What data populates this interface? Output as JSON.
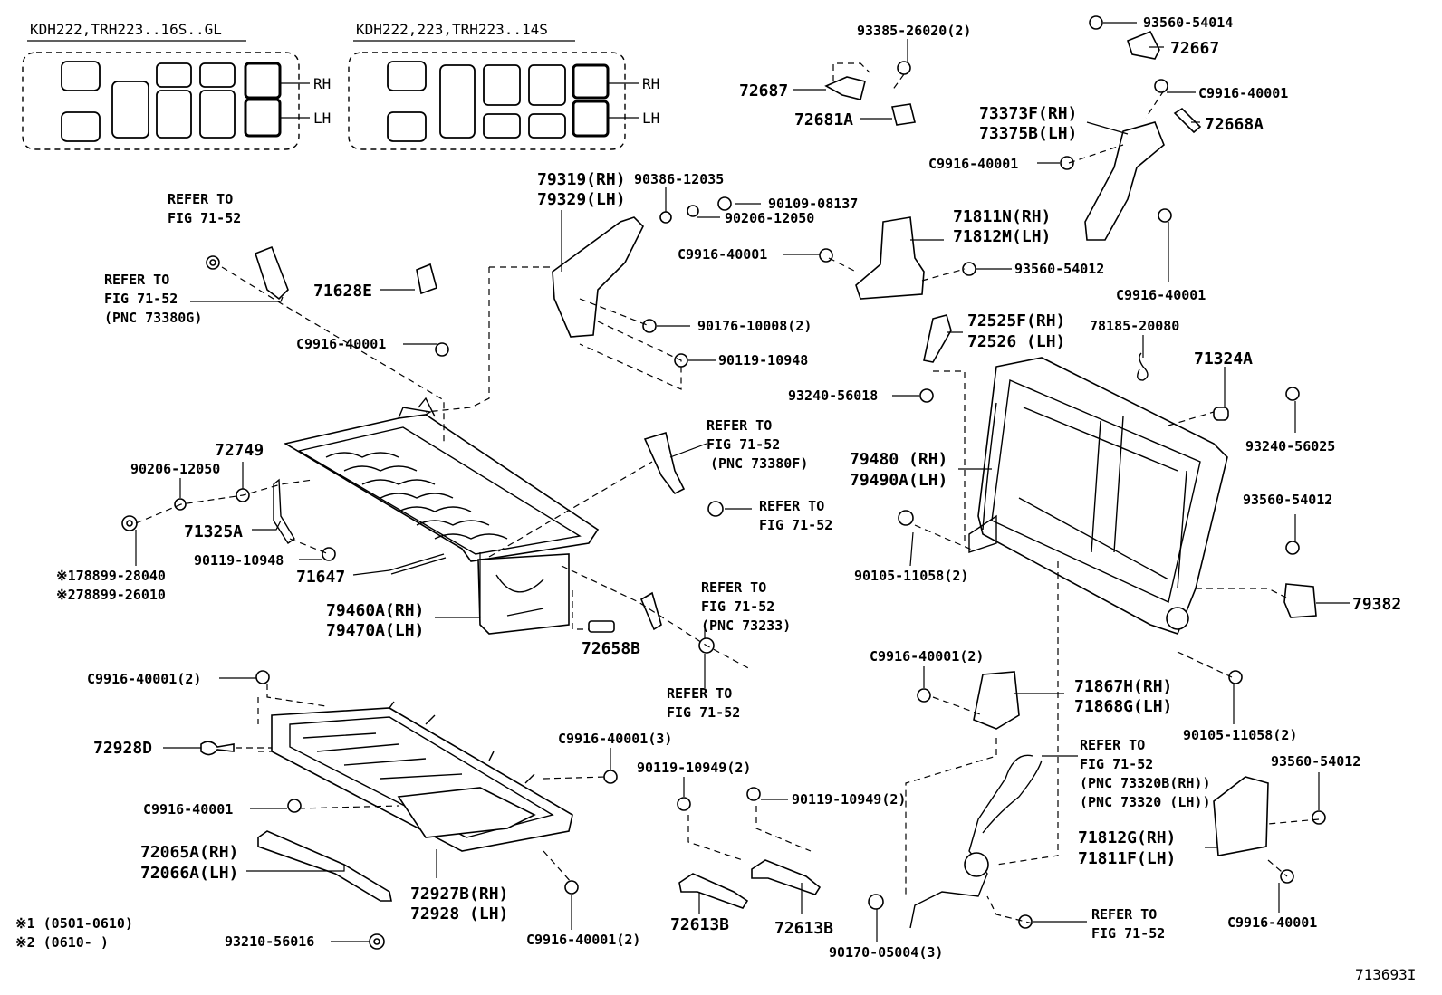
{
  "layouts": [
    {
      "title": "KDH222,TRH223..16S..GL",
      "rh": "RH",
      "lh": "LH"
    },
    {
      "title": "KDH222,223,TRH223..14S",
      "rh": "RH",
      "lh": "LH"
    }
  ],
  "labels": {
    "p93385": "93385-26020(2)",
    "p72687": "72687",
    "p72681A": "72681A",
    "p93560_54014": "93560-54014",
    "p72667": "72667",
    "pC9916_a": "C9916-40001",
    "p73373F": "73373F(RH)",
    "p73375B": "73375B(LH)",
    "p72668A": "72668A",
    "pC9916_b": "C9916-40001",
    "pC9916_c": "C9916-40001",
    "p79319": "79319(RH)",
    "p79329": "79329(LH)",
    "p90386": "90386-12035",
    "p90109": "90109-08137",
    "p90206_top": "90206-12050",
    "p71811N": "71811N(RH)",
    "p71812M": "71812M(LH)",
    "pC9916_d": "C9916-40001",
    "p93560_54012a": "93560-54012",
    "p71628E": "71628E",
    "pC9916_e": "C9916-40001",
    "p90176": "90176-10008(2)",
    "p90119_10948a": "90119-10948",
    "p72525F": "72525F(RH)",
    "p72526": "72526 (LH)",
    "p78185": "78185-20080",
    "p71324A": "71324A",
    "p93240_56018": "93240-56018",
    "p93240_56025": "93240-56025",
    "p72749": "72749",
    "p90206_mid": "90206-12050",
    "p71325A": "71325A",
    "p90119_10948b": "90119-10948",
    "p71647": "71647",
    "pN1": "※178899-28040",
    "pN2": "※278899-26010",
    "p79460A": "79460A(RH)",
    "p79470A": "79470A(LH)",
    "p72658B": "72658B",
    "p79480": "79480 (RH)",
    "p79490A": "79490A(LH)",
    "p90105_a": "90105-11058(2)",
    "p93560_54012b": "93560-54012",
    "p79382": "79382",
    "pC9916_2a": "C9916-40001(2)",
    "p72928D": "72928D",
    "pC9916_3": "C9916-40001(3)",
    "pC9916_f": "C9916-40001",
    "p90119_10949a": "90119-10949(2)",
    "p90119_10949b": "90119-10949(2)",
    "pC9916_2b": "C9916-40001(2)",
    "p71867H": "71867H(RH)",
    "p71868G": "71868G(LH)",
    "p90105_b": "90105-11058(2)",
    "p93560_54012c": "93560-54012",
    "p71812G": "71812G(RH)",
    "p71811F": "71811F(LH)",
    "pC9916_g": "C9916-40001",
    "p72065A": "72065A(RH)",
    "p72066A": "72066A(LH)",
    "p72927B": "72927B(RH)",
    "p72928": "72928 (LH)",
    "pC9916_2c": "C9916-40001(2)",
    "p72613B_a": "72613B",
    "p72613B_b": "72613B",
    "p93210": "93210-56016",
    "p90170": "90170-05004(3)"
  },
  "refs": {
    "r1": [
      "REFER TO",
      "FIG 71-52"
    ],
    "r2": [
      "REFER TO",
      "FIG 71-52",
      "(PNC 73380G)"
    ],
    "r3": [
      "REFER TO",
      "FIG 71-52",
      "(PNC 73380F)"
    ],
    "r4": [
      "REFER TO",
      "FIG 71-52"
    ],
    "r5": [
      "REFER TO",
      "FIG 71-52",
      "(PNC 73233)"
    ],
    "r6": [
      "REFER TO",
      "FIG 71-52"
    ],
    "r7": [
      "REFER TO",
      "FIG 71-52",
      "(PNC 73320B(RH))",
      "(PNC 73320 (LH))"
    ],
    "r8": [
      "REFER TO",
      "FIG 71-52"
    ]
  },
  "notes": [
    "※1  (0501-0610)",
    "※2  (0610-     )"
  ],
  "figure_id": "713693I"
}
